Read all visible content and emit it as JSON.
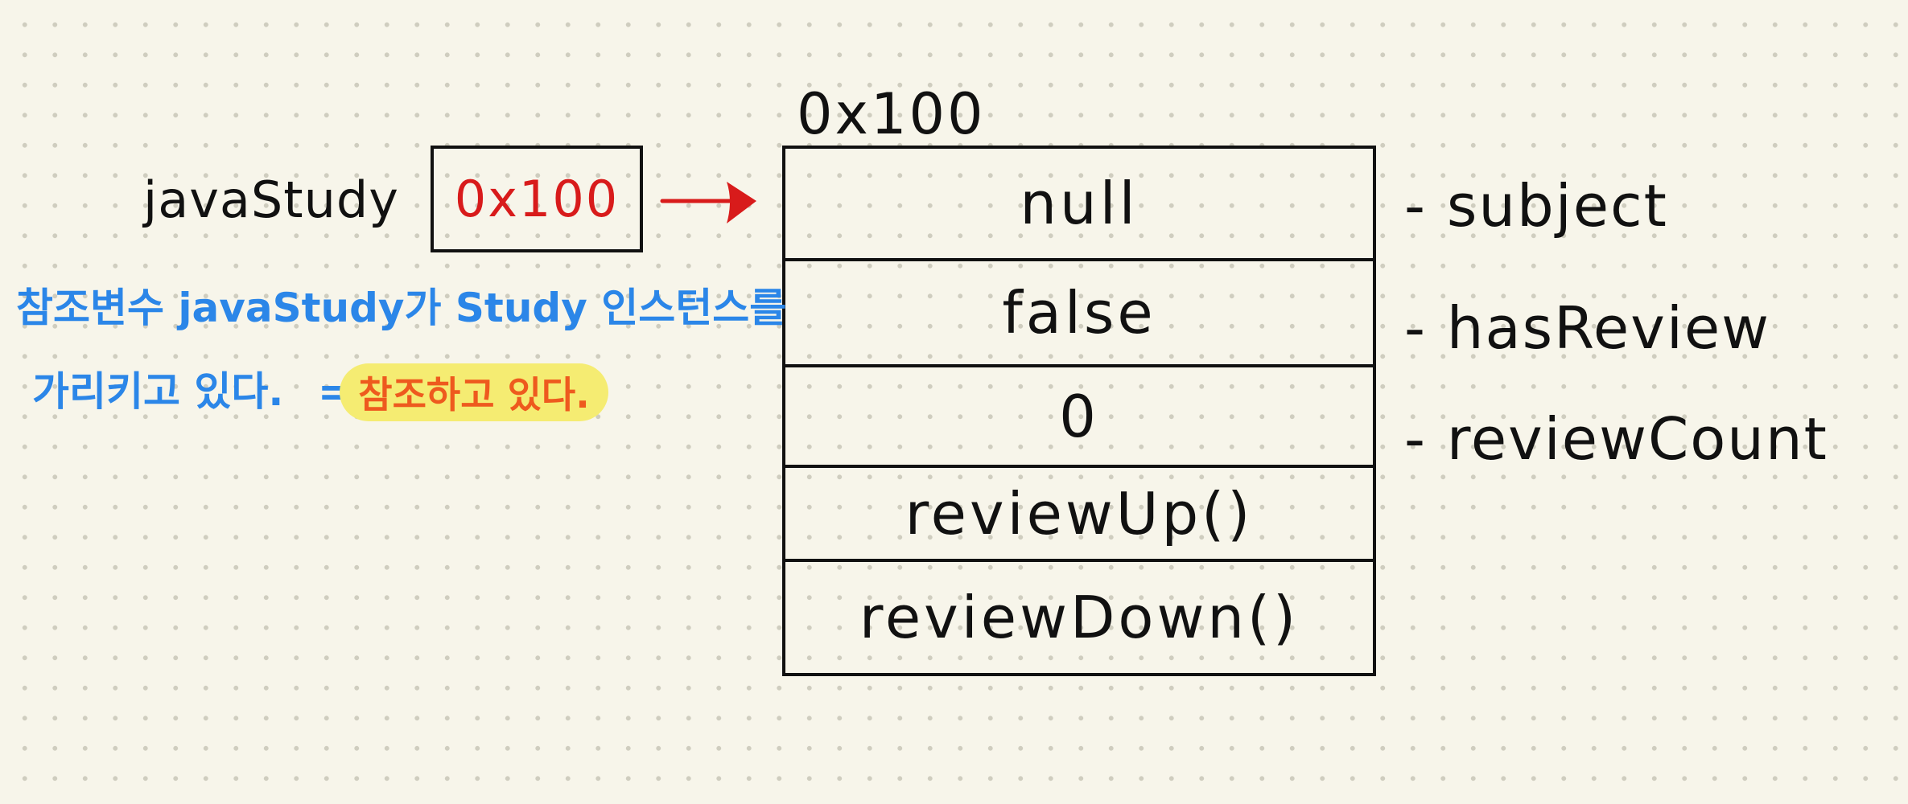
{
  "diagram": {
    "variable_name": "javaStudy",
    "reference_value": "0x100",
    "heap_address": "0x100",
    "heap_cells": [
      {
        "value": "null",
        "field": "- subject"
      },
      {
        "value": "false",
        "field": "- hasReview"
      },
      {
        "value": "0",
        "field": "- reviewCount"
      },
      {
        "value": "reviewUp()",
        "field": ""
      },
      {
        "value": "reviewDown()",
        "field": ""
      }
    ],
    "note_line1": "참조변수 javaStudy가  Study 인스턴스를",
    "note_line2": "가리키고 있다.",
    "equals_sign": "=",
    "highlight_text": "참조하고 있다.",
    "colors": {
      "ink": "#111111",
      "reference_value": "#d81b1b",
      "arrow": "#d81b1b",
      "note": "#2b86e8",
      "highlight_bg": "#f5ec72",
      "highlight_text": "#ee5a1e",
      "paper": "#f7f5ea"
    }
  }
}
